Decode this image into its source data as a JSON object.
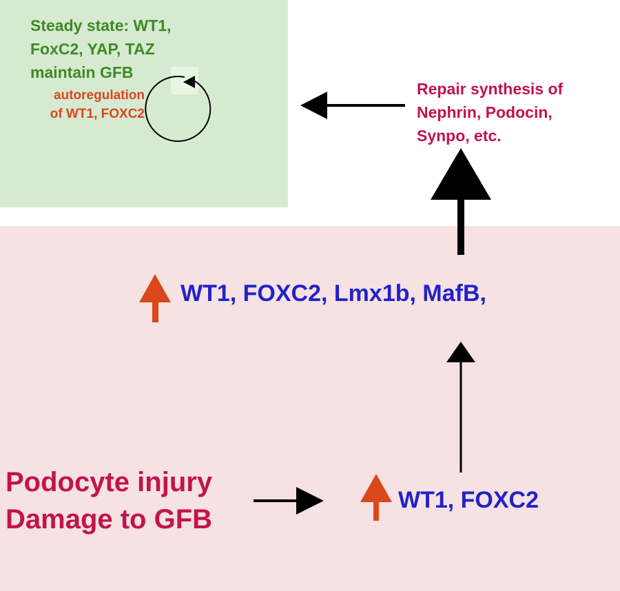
{
  "steady_state": {
    "lines": [
      "Steady state: WT1,",
      "FoxC2, YAP, TAZ",
      "maintain GFB"
    ],
    "autoregulation": [
      "autoregulation",
      "of WT1, FOXC2"
    ]
  },
  "repair": {
    "lines": [
      "Repair synthesis of",
      "Nephrin, Podocin,",
      "Synpo, etc."
    ]
  },
  "upregulated_factors": "WT1, FOXC2, Lmx1b, MafB,",
  "injury": {
    "lines": [
      "Podocyte injury",
      "Damage to GFB"
    ]
  },
  "early_response": "WT1, FOXC2",
  "colors": {
    "steady_panel_bg": "#d6ead2",
    "injury_panel_bg": "#f6e1e3",
    "green_text": "#3e8a22",
    "orange": "#d9471a",
    "crimson": "#c2134e",
    "blue": "#2222c8",
    "black": "#000000",
    "loop_marker_bg": "#e6f6e2"
  },
  "icons": [
    "left-arrow-icon",
    "up-arrow-icon",
    "right-arrow-icon",
    "autoregulation-loop-icon"
  ]
}
